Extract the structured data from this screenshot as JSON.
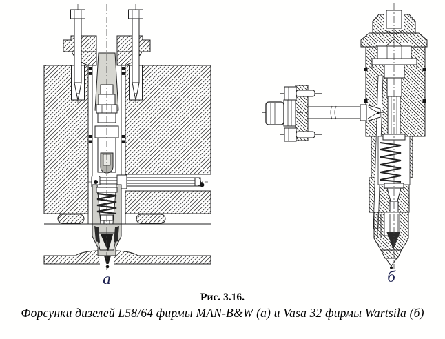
{
  "figure": {
    "number": "Рис. 3.16.",
    "caption": "Форсунки дизелей L58/64 фирмы MAN-B&W (а) и Vasa 32 фирмы Wartsila (б)",
    "label_a": "а",
    "label_b": "б"
  },
  "graphics": {
    "left_drawing": "cross-section-of-MAN-B&W-L58/64-injector-in-cylinder-head",
    "right_drawing": "cross-section-of-Wartsila-Vasa-32-injector",
    "colors": {
      "paper": "#fffffe",
      "ink": "#222222",
      "label_ink": "#1d2150",
      "metal_light": "#d6d6d0",
      "metal_mid": "#b3b3ae"
    }
  }
}
